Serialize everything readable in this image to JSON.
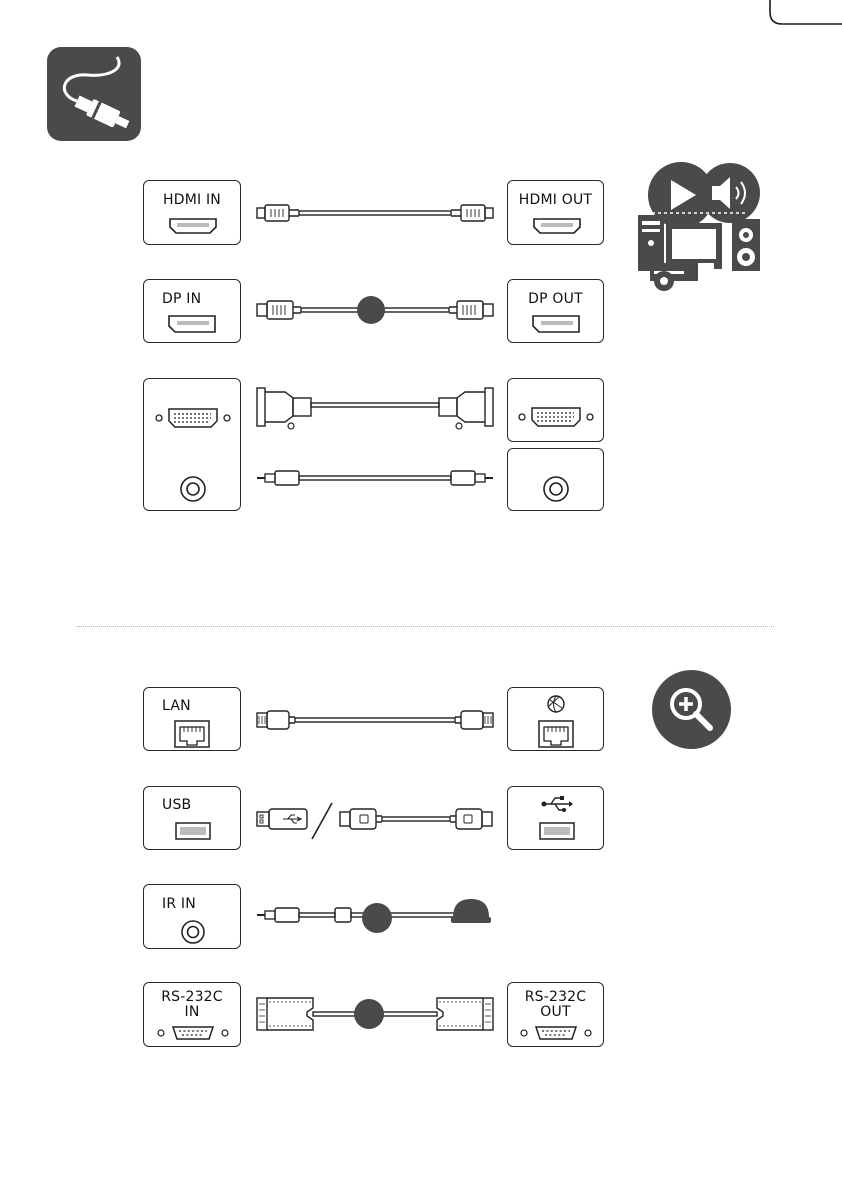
{
  "header": {
    "cable_icon": "cable-plug-icon"
  },
  "section_av": {
    "media_icon": "play-speaker-devices-icon",
    "rows": [
      {
        "monitor_port": "HDMI IN",
        "source_port": "HDMI OUT",
        "cable": "hdmi-cable"
      },
      {
        "monitor_port": "DP IN",
        "source_port": "DP OUT",
        "cable": "displayport-cable"
      },
      {
        "monitor_port": "",
        "source_port": "",
        "cable": "dvi-and-audio-cable"
      }
    ]
  },
  "section_control": {
    "search_icon": "magnifier-plus-icon",
    "rows": [
      {
        "monitor_port": "LAN",
        "source_port": "",
        "cable": "lan-cable"
      },
      {
        "monitor_port": "USB",
        "source_port": "",
        "cable": "usb-cable"
      },
      {
        "monitor_port": "IR IN",
        "source_port": "",
        "cable": "ir-receiver-cable"
      },
      {
        "monitor_port": "RS-232C\nIN",
        "source_port": "RS-232C\nOUT",
        "cable": "rs232c-cable"
      }
    ]
  },
  "colors": {
    "tile_bg": "#4a4a4a",
    "line": "#2a2a2a",
    "marker": "#4a4a4a",
    "divider": "#b8b8b8"
  }
}
